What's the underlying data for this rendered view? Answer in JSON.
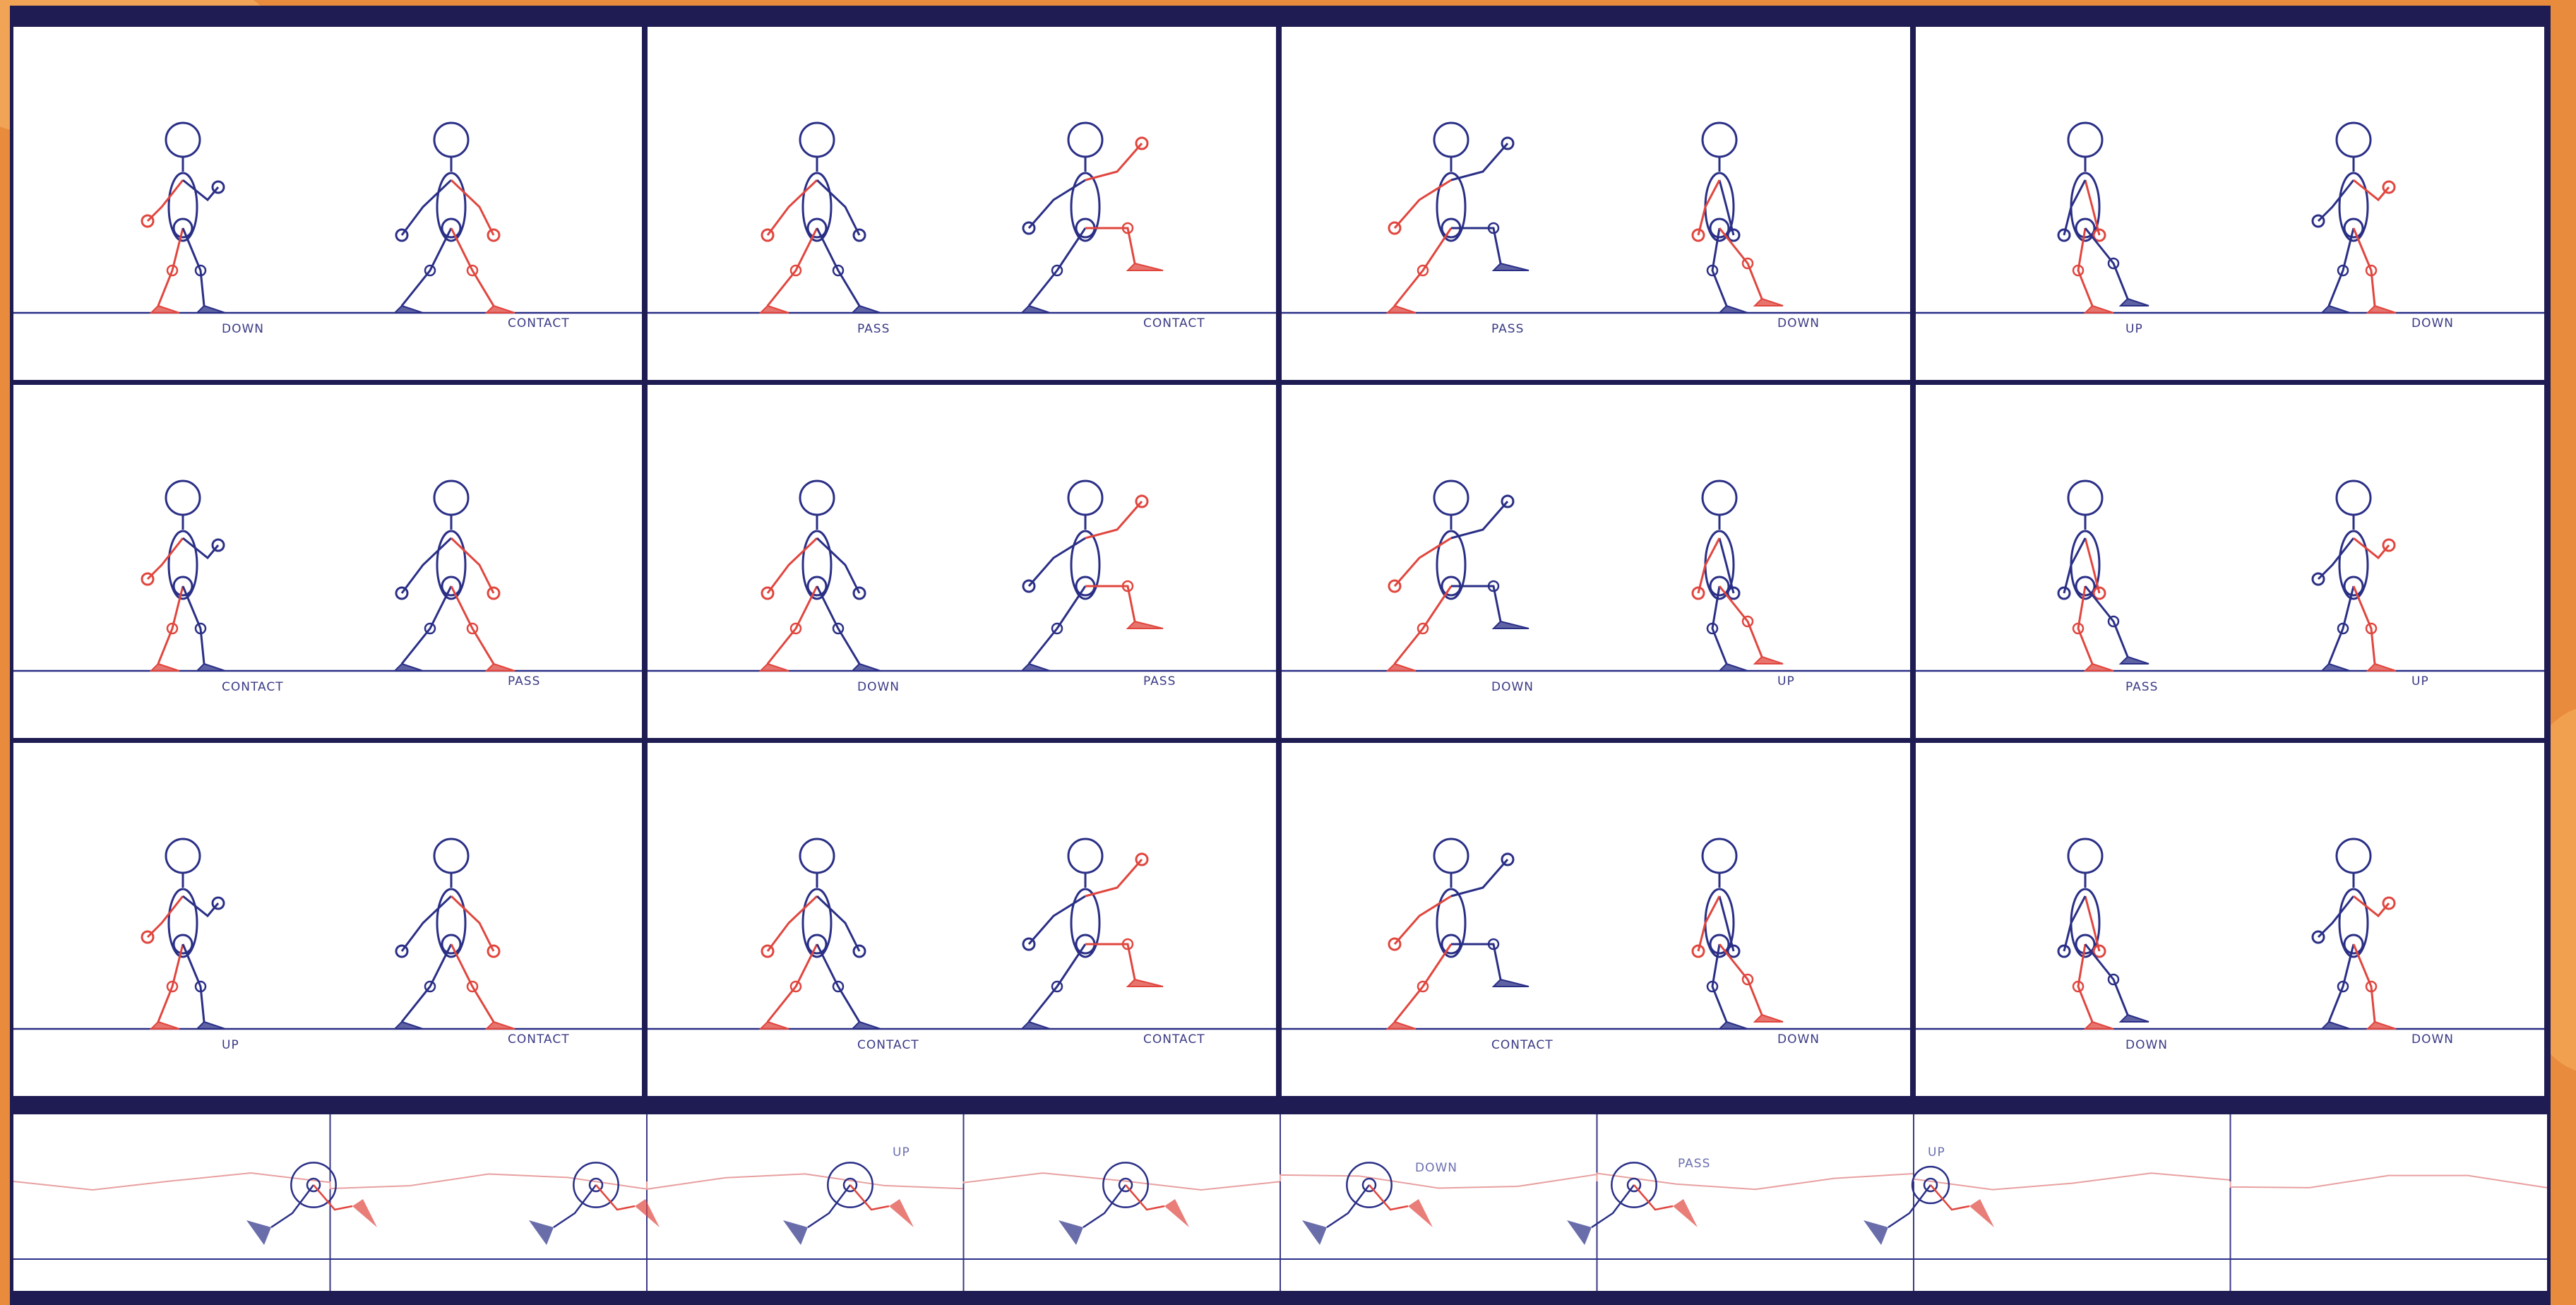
{
  "colors": {
    "background": "#e98b3c",
    "frame": "#1e1c52",
    "panel": "#ffffff",
    "blue_ink": "#2a2f86",
    "red_ink": "#e0463e",
    "guide_line": "#e8a0a0"
  },
  "grid": {
    "rows": [
      [
        {
          "left": "DOWN",
          "right": "CONTACT"
        },
        {
          "left": "PASS",
          "right": "CONTACT"
        },
        {
          "left": "PASS",
          "right": "DOWN"
        },
        {
          "left": "UP",
          "right": "DOWN"
        }
      ],
      [
        {
          "left": "CONTACT",
          "right": "PASS"
        },
        {
          "left": "DOWN",
          "right": "PASS"
        },
        {
          "left": "DOWN",
          "right": "UP"
        },
        {
          "left": "PASS",
          "right": "UP"
        }
      ],
      [
        {
          "left": "UP",
          "right": "CONTACT"
        },
        {
          "left": "CONTACT",
          "right": "CONTACT"
        },
        {
          "left": "CONTACT",
          "right": "DOWN"
        },
        {
          "left": "DOWN",
          "right": "DOWN"
        }
      ]
    ]
  },
  "strip": {
    "annotations": [
      "UP",
      "DOWN",
      "PASS",
      "UP"
    ]
  }
}
